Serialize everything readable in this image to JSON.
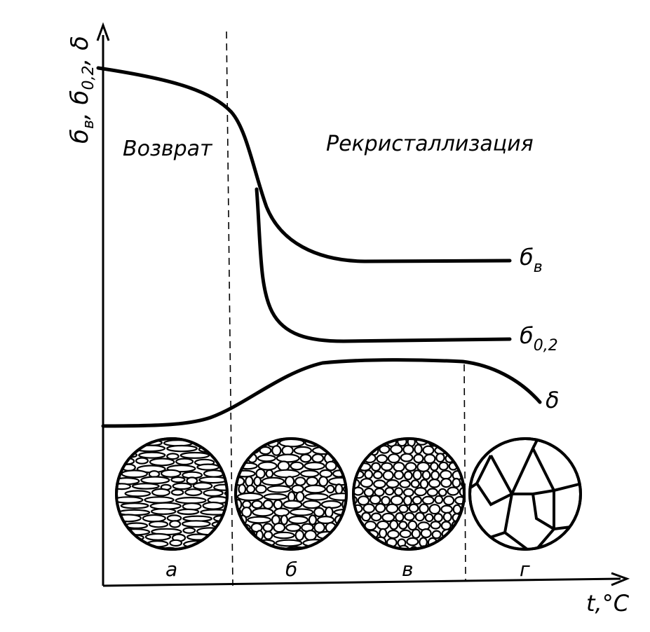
{
  "axes": {
    "y_label": "б",
    "y_label_sub1": "в",
    "y_label_sub2": "0,2",
    "y_label_tail": "δ",
    "x_label": "t,°C"
  },
  "regions": {
    "recovery": "Возврат",
    "recrystallization": "Рекристаллизация"
  },
  "curves": {
    "sigma_b": "б",
    "sigma_b_sub": "в",
    "sigma_02": "б",
    "sigma_02_sub": "0,2",
    "delta": "δ"
  },
  "microstructures": [
    {
      "letter": "а",
      "structure": "deformed-elongated-grains"
    },
    {
      "letter": "б",
      "structure": "new-grains-forming"
    },
    {
      "letter": "в",
      "structure": "fine-equiaxed-grains"
    },
    {
      "letter": "г",
      "structure": "coarse-grains"
    }
  ]
}
